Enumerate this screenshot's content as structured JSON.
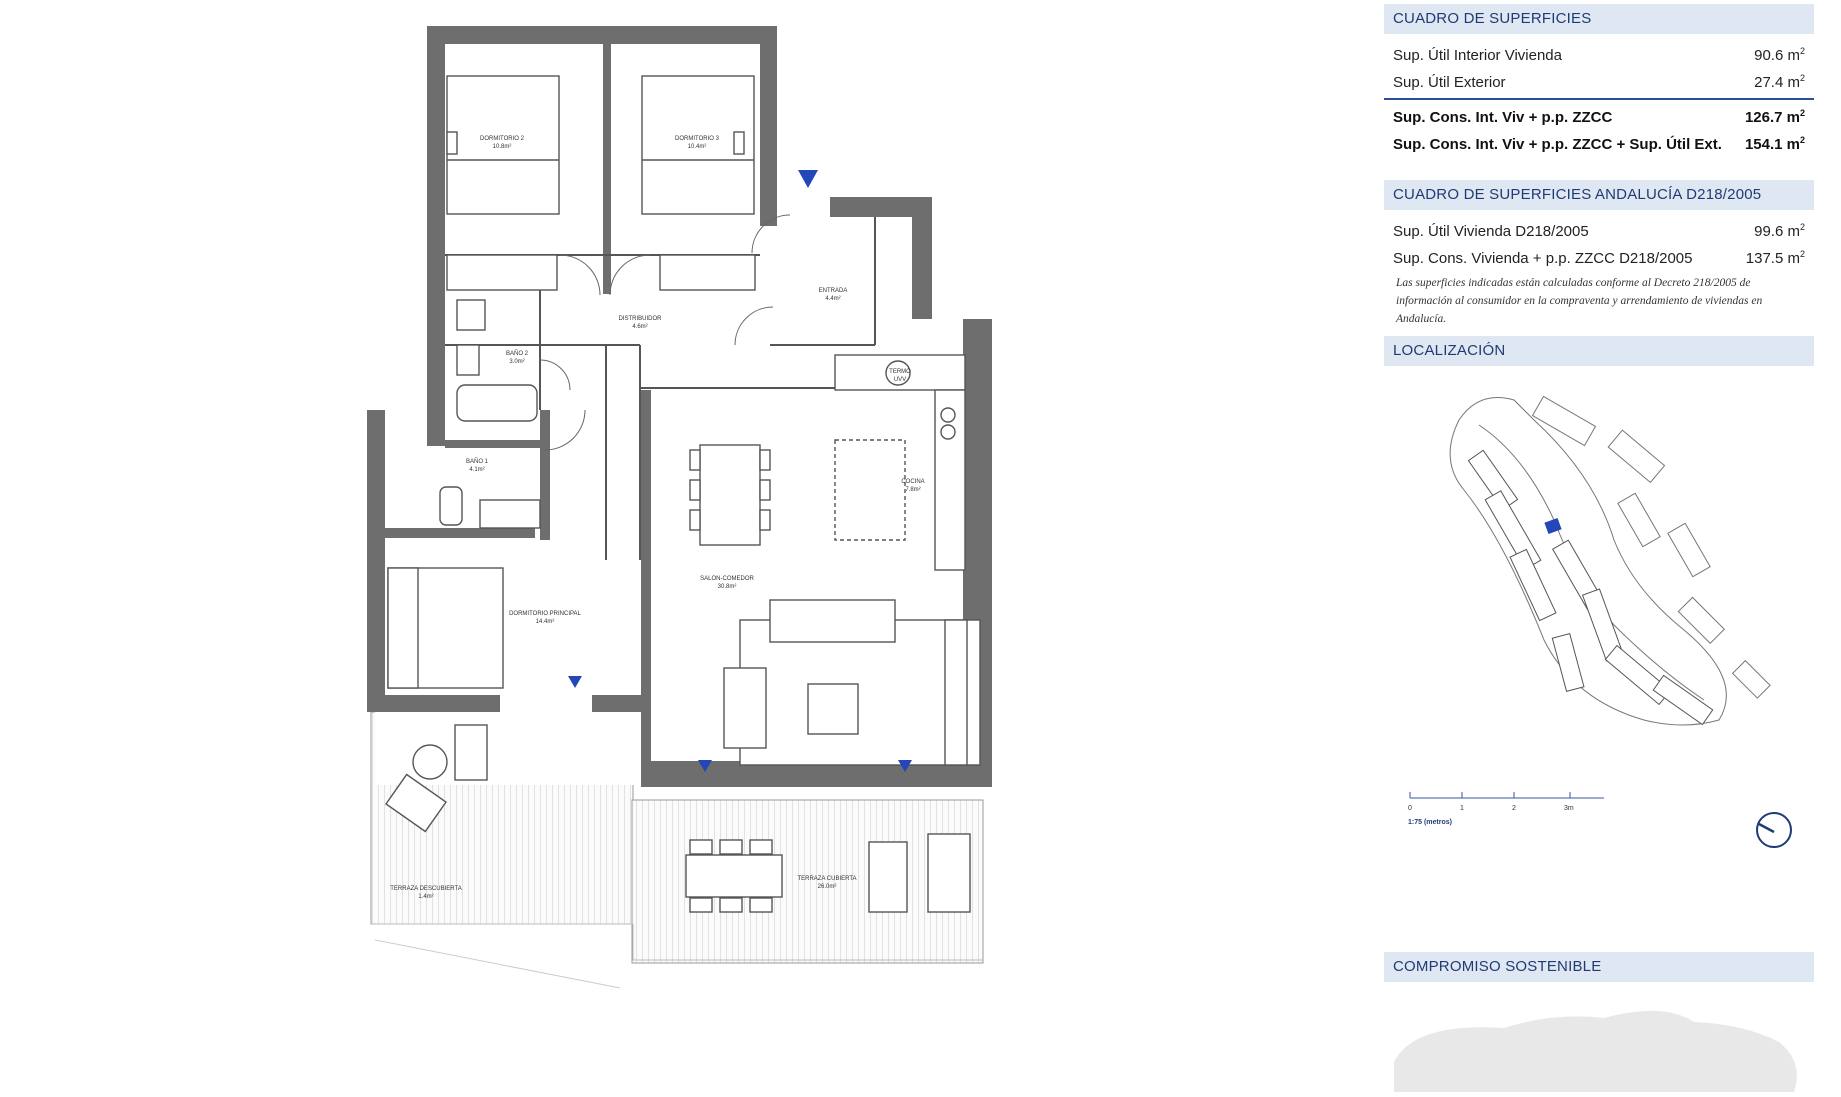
{
  "floor_plan": {
    "rooms": [
      {
        "name": "DORMITORIO 2",
        "area": "10.8m²"
      },
      {
        "name": "DORMITORIO 3",
        "area": "10.4m²"
      },
      {
        "name": "ENTRADA",
        "area": "4.4m²"
      },
      {
        "name": "DISTRIBUIDOR",
        "area": "4.6m²"
      },
      {
        "name": "BAÑO 2",
        "area": "3.0m²"
      },
      {
        "name": "TERMO\nUVV",
        "area": ""
      },
      {
        "name": "BAÑO 1",
        "area": "4.1m²"
      },
      {
        "name": "COCINA",
        "area": "7.8m²"
      },
      {
        "name": "SALON-COMEDOR",
        "area": "30.8m²"
      },
      {
        "name": "DORMITORIO PRINCIPAL",
        "area": "14.4m²"
      },
      {
        "name": "TERRAZA DESCUBIERTA",
        "area": "1.4m²"
      },
      {
        "name": "TERRAZA CUBIERTA",
        "area": "26.0m²"
      }
    ]
  },
  "superficies": {
    "heading": "CUADRO DE SUPERFICIES",
    "rows": [
      {
        "label": "Sup. Útil Interior Vivienda",
        "value": "90.6 m",
        "unit_sup": "2"
      },
      {
        "label": "Sup. Útil Exterior",
        "value": "27.4 m",
        "unit_sup": "2"
      },
      {
        "label": "Sup. Cons. Int. Viv + p.p. ZZCC",
        "value": "126.7 m",
        "unit_sup": "2"
      },
      {
        "label": "Sup. Cons. Int. Viv + p.p. ZZCC + Sup. Útil Ext.",
        "value": "154.1 m",
        "unit_sup": "2"
      }
    ]
  },
  "andalucia": {
    "heading": "CUADRO DE SUPERFICIES ANDALUCÍA D218/2005",
    "rows": [
      {
        "label": "Sup. Útil Vivienda D218/2005",
        "value": "99.6 m",
        "unit_sup": "2"
      },
      {
        "label": "Sup. Cons. Vivienda + p.p. ZZCC D218/2005",
        "value": "137.5 m",
        "unit_sup": "2"
      }
    ],
    "note": "Las superficies indicadas están calculadas conforme al Decreto 218/2005 de información al consumidor en la compraventa y arrendamiento de viviendas en Andalucía."
  },
  "localizacion": {
    "heading": "LOCALIZACIÓN",
    "scale_label": "1:75 (metros)",
    "scale_ticks": [
      "0",
      "1",
      "2",
      "3m"
    ]
  },
  "compromiso": {
    "heading": "COMPROMISO SOSTENIBLE"
  },
  "colors": {
    "wall": "#6e6e6e",
    "accent": "#1f3b73",
    "header_bg": "#dfe7f3",
    "marker": "#2347b8"
  }
}
